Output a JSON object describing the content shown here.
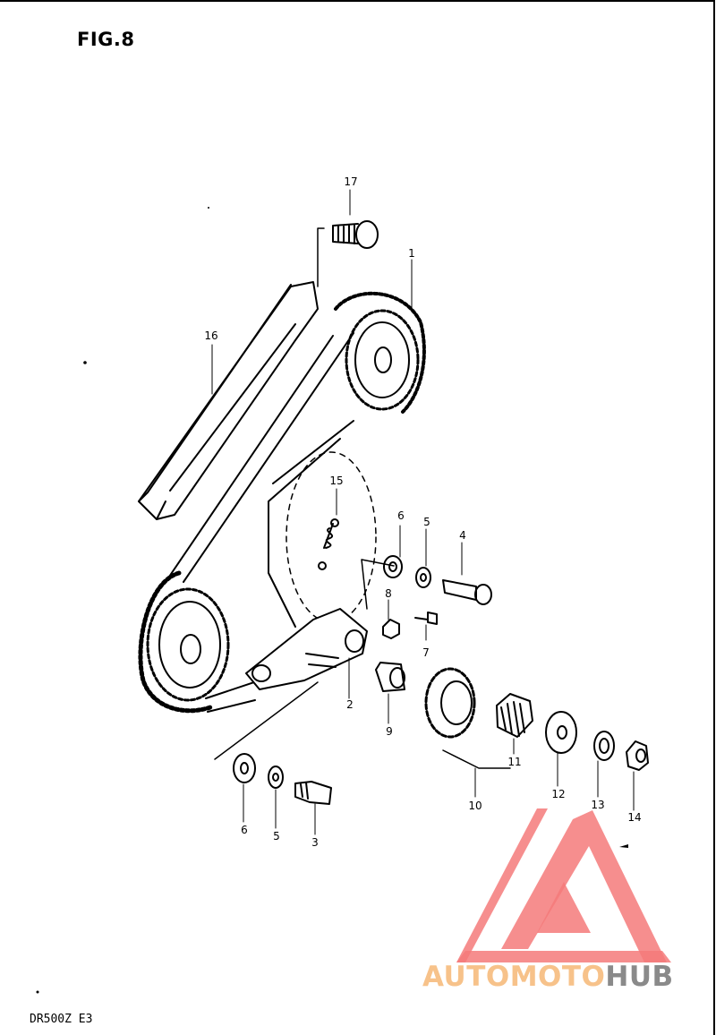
{
  "figure_title": "FIG.8",
  "model_code": "DR500Z E3",
  "watermark": {
    "part1": "AUTOMOTO",
    "part2": "HUB",
    "colors": {
      "part1": "#f7c28a",
      "part2": "#8a8a8a",
      "logo": "#f47a7a"
    }
  },
  "part_labels": [
    "17",
    "1",
    "16",
    "15",
    "6",
    "5",
    "4",
    "8",
    "7",
    "2",
    "9",
    "11",
    "10",
    "12",
    "13",
    "14",
    "6",
    "5",
    "3"
  ]
}
